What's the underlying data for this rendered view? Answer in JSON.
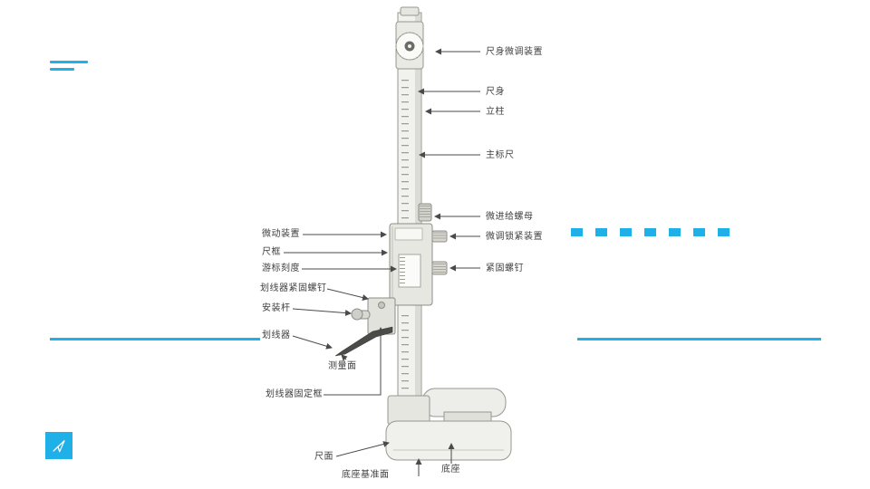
{
  "slide": {
    "accent_color": "#1fb0e8",
    "text_color": "#3f3f3f"
  },
  "labels": {
    "right": [
      {
        "text": "尺身微调装置"
      },
      {
        "text": "尺身"
      },
      {
        "text": "立柱"
      },
      {
        "text": "主标尺"
      },
      {
        "text": "微进给螺母"
      },
      {
        "text": "微调锁紧装置"
      },
      {
        "text": "紧固螺钉"
      },
      {
        "text": "底座"
      }
    ],
    "left": [
      {
        "text": "微动装置"
      },
      {
        "text": "尺框"
      },
      {
        "text": "游标刻度"
      },
      {
        "text": "划线器紧固螺钉"
      },
      {
        "text": "安装杆"
      },
      {
        "text": "划线器"
      },
      {
        "text": "测量面"
      },
      {
        "text": "划线器固定框"
      },
      {
        "text": "尺面"
      },
      {
        "text": "底座基准面"
      }
    ]
  },
  "decor": {
    "dash_count": 7
  },
  "icons": {
    "menu": "hamburger-icon",
    "send": "paper-plane-icon"
  }
}
